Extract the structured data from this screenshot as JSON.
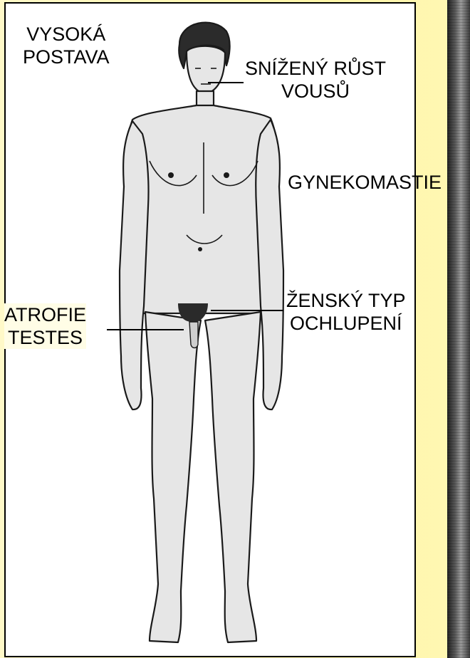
{
  "labels": {
    "tall_stature": [
      "VYSOKÁ",
      "POSTAVA"
    ],
    "reduced_beard": [
      "SNÍŽENÝ RŮST",
      "VOUSŮ"
    ],
    "gynecomastia": "GYNEKOMASTIE",
    "testicular_atrophy": [
      "ATROFIE",
      "TESTES"
    ],
    "female_hair": [
      "ŽENSKÝ TYP",
      "OCHLUPENÍ"
    ]
  },
  "colors": {
    "background": "#fff6a8",
    "frame_border": "#000000",
    "figure_fill": "#e6e6e6",
    "figure_outline": "#1a1a1a"
  }
}
